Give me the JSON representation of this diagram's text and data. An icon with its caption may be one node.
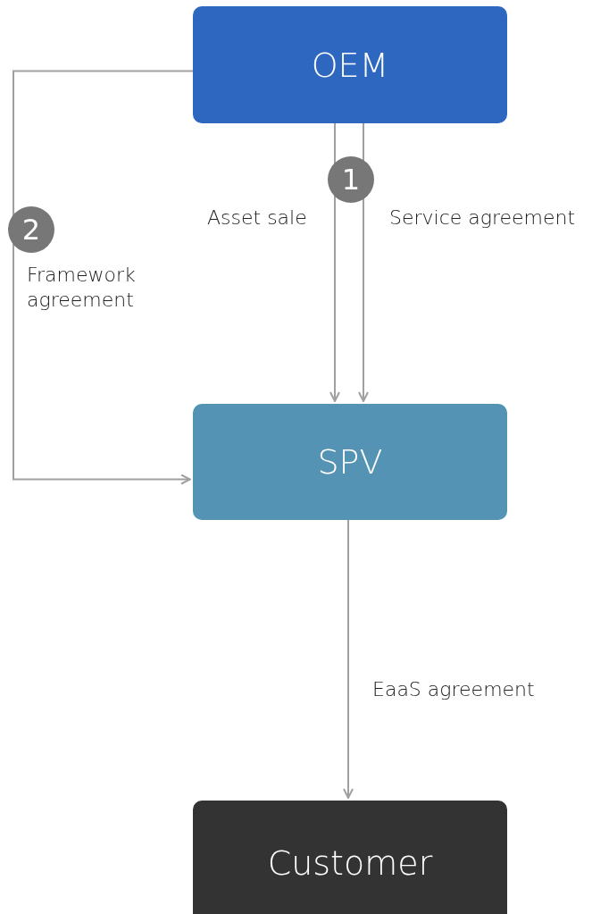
{
  "diagram": {
    "nodes": [
      {
        "text": [
          "OEM"
        ]
      },
      {
        "text": [
          "SPV"
        ]
      },
      {
        "text": [
          "Customer"
        ]
      }
    ],
    "edges": [
      {
        "from": 0,
        "to": 1,
        "arrow": "to",
        "label": "Asset sale"
      },
      {
        "from": 0,
        "to": 1,
        "arrow": "to",
        "label": "Service agreement"
      },
      {
        "from": 0,
        "to": 1,
        "arrow": "to",
        "label": "Framework agreement"
      },
      {
        "from": 1,
        "to": 2,
        "arrow": "to",
        "label": "EaaS agreement"
      }
    ],
    "labels": [
      "1",
      "2"
    ]
  }
}
